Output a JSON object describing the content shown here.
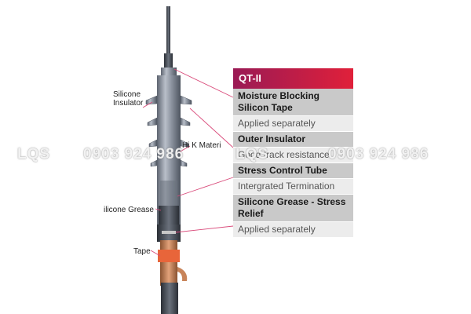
{
  "callouts": {
    "silicone_insulator": "Silicone\nInsulator",
    "hi_k_material": "Hi K Materi",
    "silicone_grease": "ilicone Grease",
    "tape": "Tape"
  },
  "panel": {
    "title": "QT-II",
    "rows": [
      {
        "text": "Moisture Blocking Silicon Tape",
        "style": "dark"
      },
      {
        "text": "Applied separately",
        "style": "light"
      },
      {
        "text": "Outer Insulator",
        "style": "dark"
      },
      {
        "text": "Good track resistance",
        "style": "light"
      },
      {
        "text": "Stress Control Tube",
        "style": "dark"
      },
      {
        "text": "Intergrated Termination",
        "style": "light"
      },
      {
        "text": "Silicone Grease - Stress Relief",
        "style": "dark"
      },
      {
        "text": "Applied separately",
        "style": "light"
      }
    ]
  },
  "watermark": {
    "brand": "LQS",
    "phone": "0903 924 986"
  },
  "colors": {
    "accent_start": "#9a1a55",
    "accent_end": "#e0203a",
    "leader_line": "#d94a7a",
    "copper": "#c8845a",
    "tape": "#e8653a",
    "insulator": "#8f96a3"
  }
}
